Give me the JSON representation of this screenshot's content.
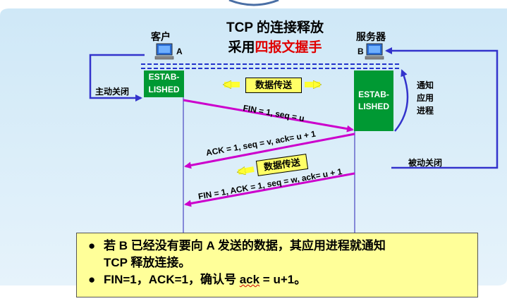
{
  "title_line1": "TCP 的连接释放",
  "title_line2_prefix": "采用",
  "title_line2_highlight": "四报文握手",
  "client": {
    "label": "客户",
    "letter": "A"
  },
  "server": {
    "label": "服务器",
    "letter": "B"
  },
  "client_state": [
    "ESTAB-",
    "LISHED"
  ],
  "server_state": [
    "ESTAB-",
    "LISHED"
  ],
  "active_close": "主动关闭",
  "passive_close": "被动关闭",
  "notify_app": [
    "通知",
    "应用",
    "进程"
  ],
  "data_transfer_1": "数据传送",
  "data_transfer_2": "数据传送",
  "segments": {
    "fin1": "FIN = 1, seq = u",
    "ack1": "ACK = 1, seq = v, ack= u + 1",
    "fin2": "FIN = 1, ACK = 1, seq = w, ack= u + 1"
  },
  "note": {
    "line1": "若 B 已经没有要向 A 发送的数据，其应用进程就通知",
    "line2": "TCP 释放连接。",
    "line3_prefix": "FIN=1，ACK=1，确认号 ",
    "line3_ack": "ack",
    "line3_suffix": " = u+1。"
  },
  "colors": {
    "background": "#d6ecf8",
    "state_box": "#009933",
    "arrow": "#cc00cc",
    "side_arrow": "#3333cc",
    "highlight": "#e00000",
    "note_bg": "#ffff99"
  }
}
